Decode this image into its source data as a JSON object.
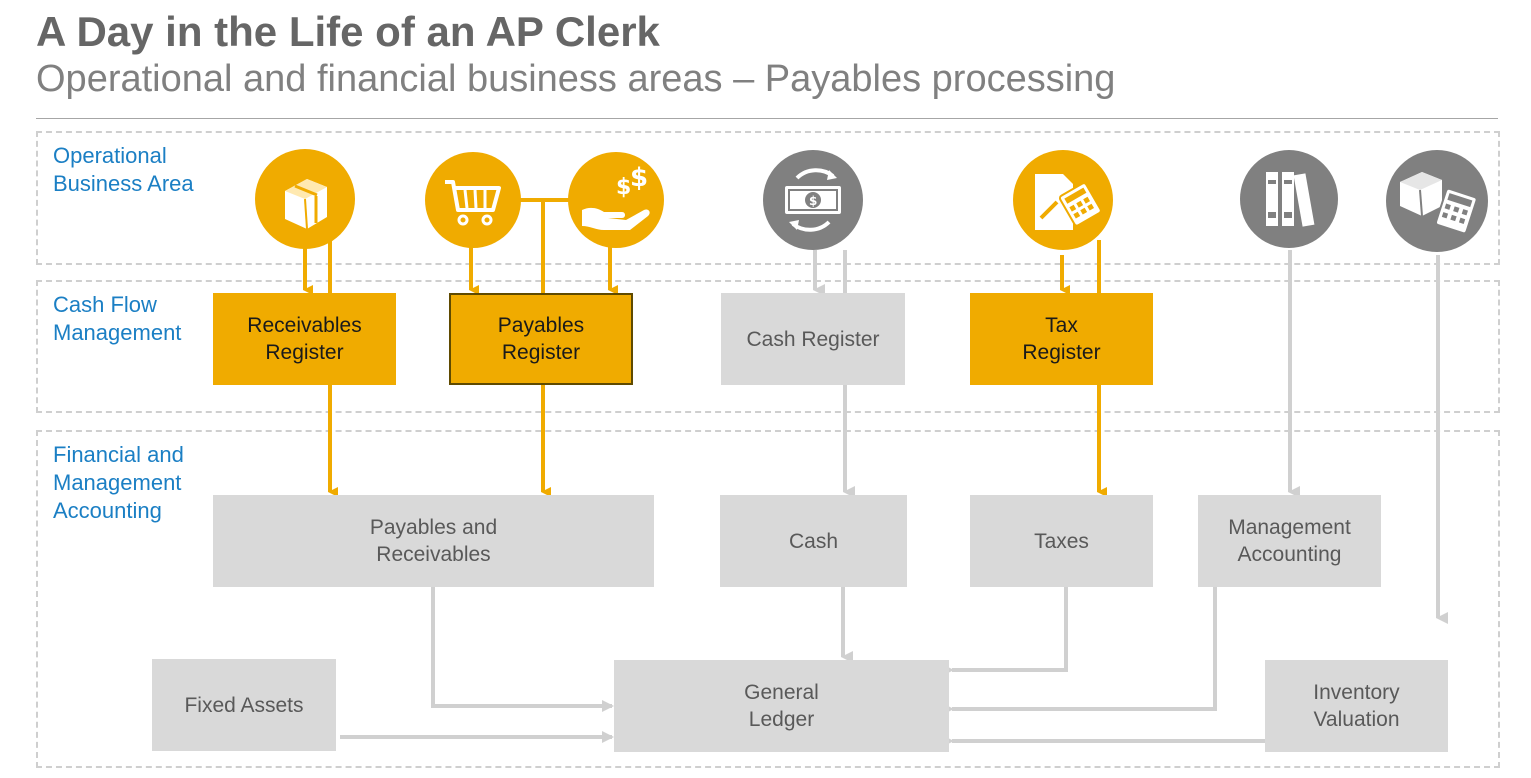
{
  "header": {
    "title": "A Day in the Life of an AP Clerk",
    "subtitle": "Operational and financial business areas – Payables processing"
  },
  "bands": {
    "operational": "Operational\nBusiness Area",
    "cash_flow": "Cash Flow\nManagement",
    "financial": "Financial and\nManagement\nAccounting"
  },
  "boxes": {
    "receivables_register": "Receivables\nRegister",
    "payables_register": "Payables\nRegister",
    "cash_register": "Cash Register",
    "tax_register": "Tax\nRegister",
    "payables_receivables": "Payables and\nReceivables",
    "cash": "Cash",
    "taxes": "Taxes",
    "management_accounting": "Management\nAccounting",
    "fixed_assets": "Fixed Assets",
    "general_ledger": "General\nLedger",
    "inventory_valuation": "Inventory\nValuation"
  },
  "icons": [
    {
      "name": "package-icon",
      "color": "#f0ab00"
    },
    {
      "name": "shopping-cart-icon",
      "color": "#f0ab00"
    },
    {
      "name": "hand-money-icon",
      "color": "#f0ab00"
    },
    {
      "name": "cash-exchange-icon",
      "color": "#808080"
    },
    {
      "name": "tax-document-calculator-icon",
      "color": "#f0ab00"
    },
    {
      "name": "binders-icon",
      "color": "#808080"
    },
    {
      "name": "inventory-calculator-icon",
      "color": "#808080"
    }
  ],
  "colors": {
    "accent_gold": "#f0ab00",
    "neutral_grey": "#d9d9d9",
    "icon_grey": "#808080",
    "label_blue": "#1b7fc4"
  }
}
